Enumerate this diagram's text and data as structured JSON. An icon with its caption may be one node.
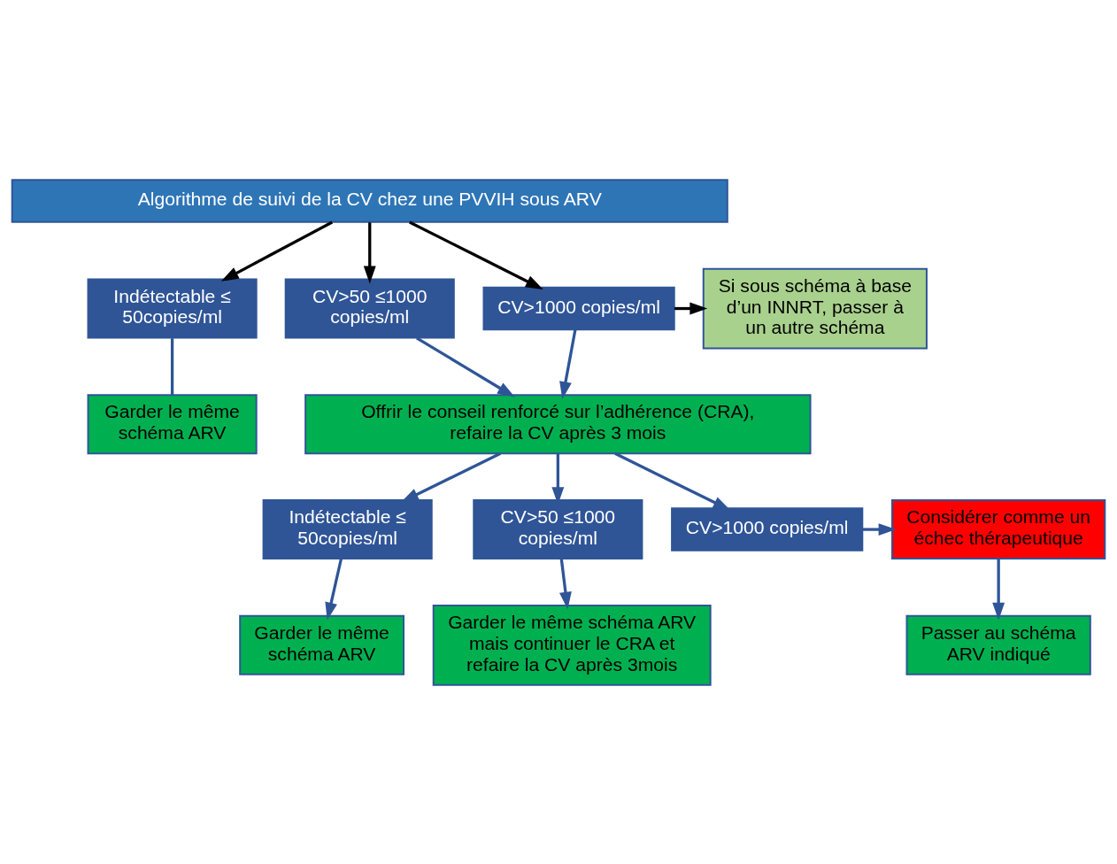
{
  "diagram": {
    "nodes": [
      {
        "text": [
          "Algorithme de suivi de la CV chez une PVVIH sous ARV"
        ]
      },
      {
        "text": [
          "Indétectable ≤ 50copies/ml"
        ]
      },
      {
        "text": [
          "CV>50 ≤1000 copies/ml"
        ]
      },
      {
        "text": [
          "CV>1000 copies/ml"
        ]
      },
      {
        "text": [
          "Si sous schéma à base d’un INNRT, passer à un autre schéma"
        ]
      },
      {
        "text": [
          "Garder le même schéma ARV"
        ]
      },
      {
        "text": [
          "Offrir le conseil renforcé sur l’adhérence (CRA), refaire la CV après 3 mois"
        ]
      },
      {
        "text": [
          "Indétectable ≤ 50copies/ml"
        ]
      },
      {
        "text": [
          "CV>50 ≤1000 copies/ml"
        ]
      },
      {
        "text": [
          "CV>1000 copies/ml"
        ]
      },
      {
        "text": [
          "Considérer comme un échec thérapeutique"
        ]
      },
      {
        "text": [
          "Garder le même schéma ARV"
        ]
      },
      {
        "text": [
          "Garder le même schéma ARV mais continuer le CRA et refaire la CV après 3mois"
        ]
      },
      {
        "text": [
          "Passer au schéma ARV indiqué"
        ]
      }
    ],
    "edges": [
      {
        "from": 0,
        "to": 1,
        "arrow": "to",
        "color": "#000000"
      },
      {
        "from": 0,
        "to": 2,
        "arrow": "to",
        "color": "#000000"
      },
      {
        "from": 0,
        "to": 3,
        "arrow": "to",
        "color": "#000000"
      },
      {
        "from": 3,
        "to": 4,
        "arrow": "to",
        "color": "#000000"
      },
      {
        "from": 1,
        "to": 5,
        "arrow": "none"
      },
      {
        "from": 2,
        "to": 6,
        "arrow": "to"
      },
      {
        "from": 3,
        "to": 6,
        "arrow": "to"
      },
      {
        "from": 6,
        "to": 7,
        "arrow": "to"
      },
      {
        "from": 6,
        "to": 8,
        "arrow": "to"
      },
      {
        "from": 6,
        "to": 9,
        "arrow": "to"
      },
      {
        "from": 7,
        "to": 11,
        "arrow": "to"
      },
      {
        "from": 8,
        "to": 12,
        "arrow": "to"
      },
      {
        "from": 9,
        "to": 10,
        "arrow": "to"
      },
      {
        "from": 10,
        "to": 13,
        "arrow": "to"
      }
    ]
  }
}
